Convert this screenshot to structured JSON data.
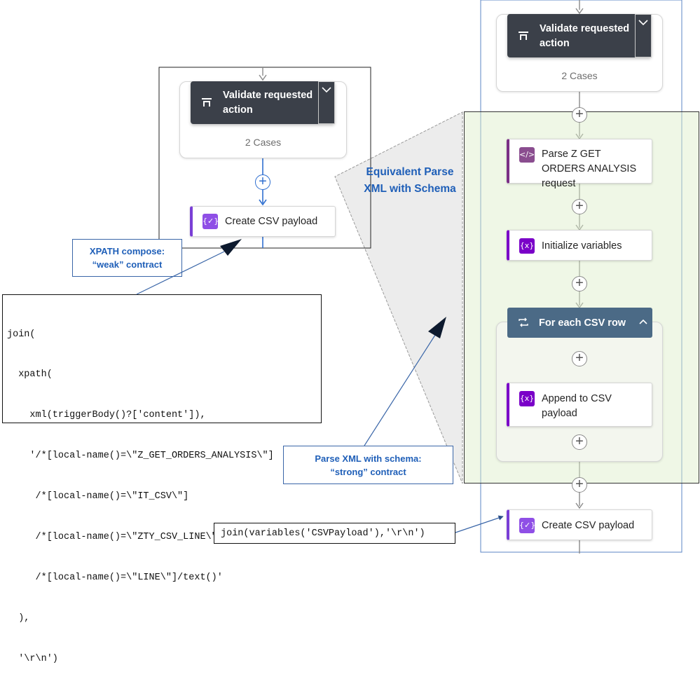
{
  "left_flow": {
    "validate": {
      "title": "Validate requested action",
      "footer": "2 Cases"
    },
    "create_csv": {
      "label": "Create CSV payload"
    }
  },
  "right_flow": {
    "validate": {
      "title": "Validate requested action",
      "footer": "2 Cases"
    },
    "parse": {
      "label": "Parse Z GET ORDERS ANALYSIS request"
    },
    "init_vars": {
      "label": "Initialize variables"
    },
    "foreach": {
      "title": "For each CSV row"
    },
    "append": {
      "label": "Append to CSV payload"
    },
    "create_csv": {
      "label": "Create CSV payload"
    }
  },
  "annotations": {
    "equivalent": {
      "line1": "Equivalent Parse",
      "line2": "XML with Schema"
    },
    "xpath_callout": {
      "line1": "XPATH compose:",
      "line2": "“weak” contract"
    },
    "schema_callout": {
      "line1": "Parse XML with schema:",
      "line2": "“strong” contract"
    }
  },
  "code": {
    "xpath_expression": [
      "join(",
      "  xpath(",
      "    xml(triggerBody()?['content']),",
      "    '/*[local-name()=\\\"Z_GET_ORDERS_ANALYSIS\\\"]",
      "     /*[local-name()=\\\"IT_CSV\\\"]",
      "     /*[local-name()=\\\"ZTY_CSV_LINE\\\"]",
      "     /*[local-name()=\\\"LINE\\\"]/text()'",
      "  ),",
      "  '\\r\\n')"
    ],
    "join_expression": "join(variables('CSVPayload'),'\\r\\n')"
  },
  "colors": {
    "callout_text": "#1f5fb8",
    "callout_border": "#3a66a8",
    "green_overlay": "#eef5e6",
    "dark_header": "#3b4049",
    "foreach_header": "#4b6a86",
    "compose_accent": "#8f4fe6",
    "variable_accent": "#7a00c8"
  },
  "icons": {
    "condition": "switch-icon",
    "compose": "compose-icon",
    "xml": "xml-icon",
    "variable": "variable-icon",
    "loop": "loop-icon",
    "expand": "chevron-down-icon",
    "collapse": "chevron-up-icon",
    "insert": "plus-icon"
  }
}
